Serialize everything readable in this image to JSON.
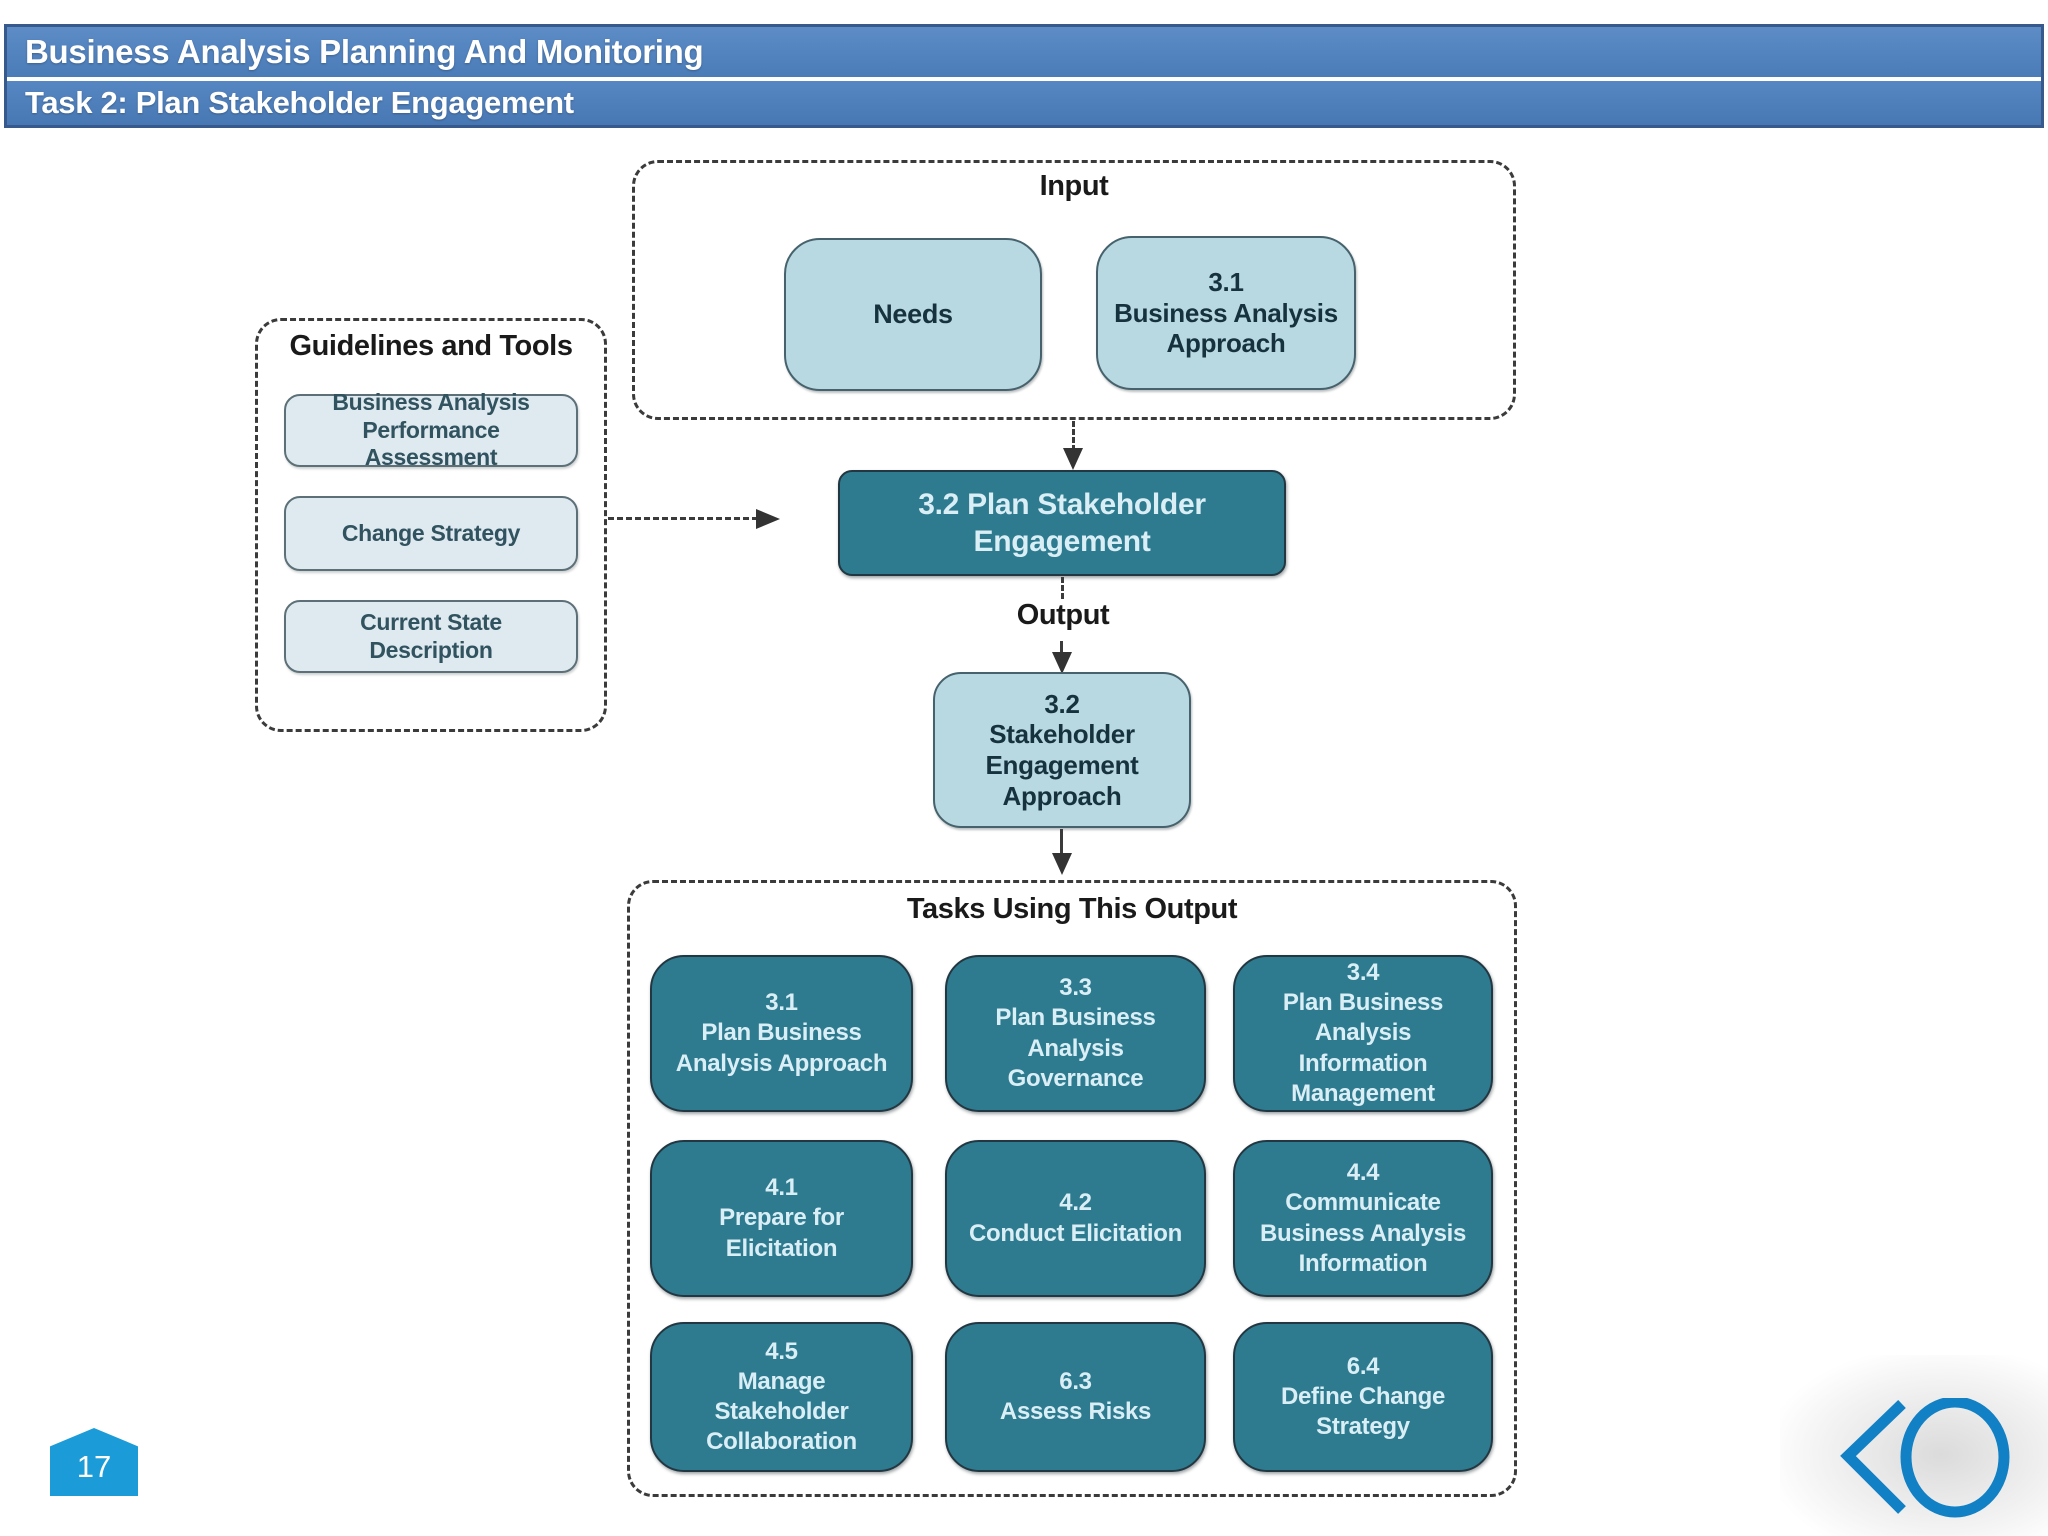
{
  "slide": {
    "title": "Business Analysis Planning And Monitoring",
    "subtitle": "Task 2: Plan Stakeholder Engagement",
    "page_number": "17"
  },
  "input_group": {
    "title": "Input",
    "needs_label": "Needs",
    "approach": {
      "code": "3.1",
      "label": "Business Analysis Approach"
    }
  },
  "guidelines": {
    "title": "Guidelines and Tools",
    "items": [
      {
        "label": "Business Analysis Performance Assessment"
      },
      {
        "label": "Change Strategy"
      },
      {
        "label": "Current State Description"
      }
    ]
  },
  "main_task": {
    "label": "3.2 Plan Stakeholder Engagement"
  },
  "output_group": {
    "label": "Output",
    "box": {
      "code": "3.2",
      "label": "Stakeholder Engagement Approach"
    }
  },
  "tasks_using": {
    "title": "Tasks Using This Output",
    "items": [
      {
        "code": "3.1",
        "label": "Plan Business Analysis Approach"
      },
      {
        "code": "3.3",
        "label": "Plan Business Analysis Governance"
      },
      {
        "code": "3.4",
        "label": "Plan Business Analysis Information Management"
      },
      {
        "code": "4.1",
        "label": "Prepare for Elicitation"
      },
      {
        "code": "4.2",
        "label": "Conduct Elicitation"
      },
      {
        "code": "4.4",
        "label": "Communicate Business Analysis Information"
      },
      {
        "code": "4.5",
        "label": "Manage Stakeholder Collaboration"
      },
      {
        "code": "6.3",
        "label": "Assess Risks"
      },
      {
        "code": "6.4",
        "label": "Define Change Strategy"
      }
    ]
  },
  "colors": {
    "header_blue": "#4e81bd",
    "header_border": "#38598c",
    "teal": "#2e7b90",
    "light_blue": "#b9d9e2",
    "pale_blue": "#dfeaf0",
    "dash_gray": "#3b3b3b",
    "badge_blue": "#1b9bd7",
    "logo_blue": "#1180c5"
  }
}
